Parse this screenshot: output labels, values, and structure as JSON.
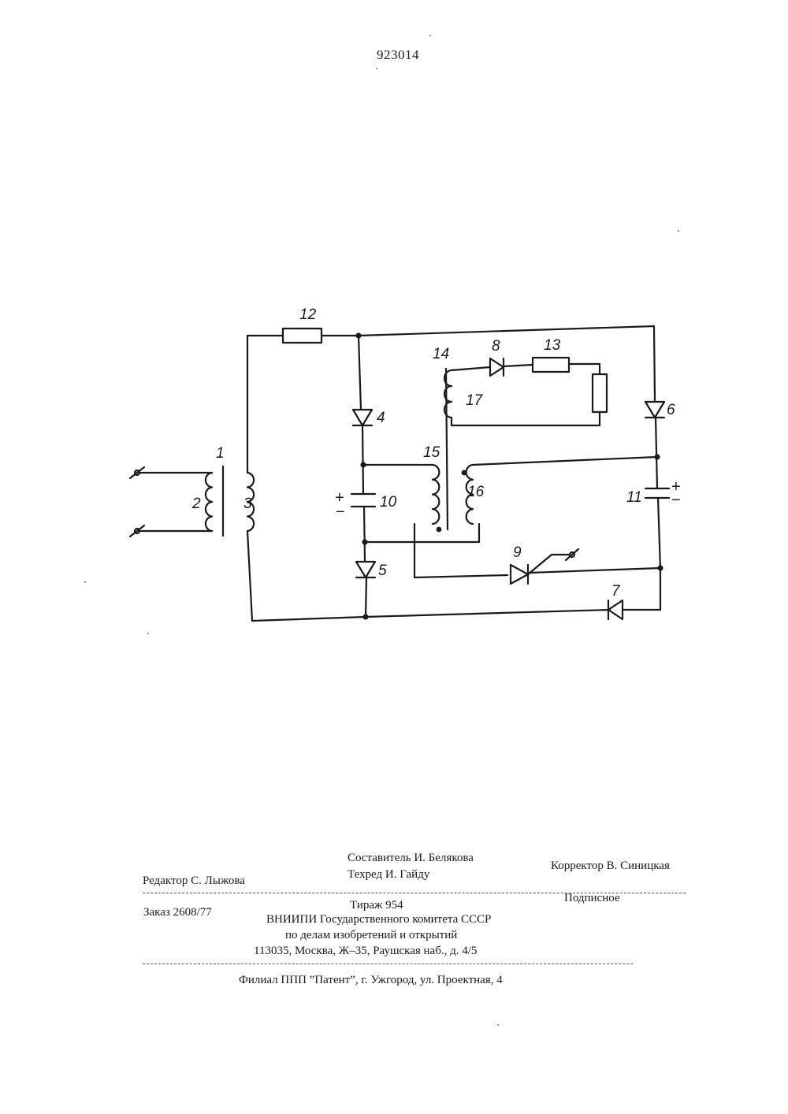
{
  "page": {
    "number": "923014"
  },
  "schematic": {
    "labels": {
      "transformer": "1",
      "primary_winding": "2",
      "secondary_winding": "3",
      "diode_4": "4",
      "diode_5": "5",
      "diode_6": "6",
      "diode_7": "7",
      "diode_8": "8",
      "thyristor": "9",
      "capacitor_10": "10",
      "capacitor_11": "11",
      "resistor_12": "12",
      "resistor_13": "13",
      "core": "14",
      "winding_15": "15",
      "winding_16": "16",
      "winding_17": "17"
    },
    "polarity": {
      "plus": "+",
      "minus": "−"
    }
  },
  "imprint": {
    "compiler": "Составитель И. Белякова",
    "editor": "Редактор С. Лыжова",
    "techred": "Техред И. Гайду",
    "corrector": "Корректор В. Синицкая",
    "order": "Заказ 2608/77",
    "circulation": "Тираж 954",
    "subscription": "Подписное",
    "org_line1": "ВНИИПИ Государственного комитета СССР",
    "org_line2": "по делам изобретений и открытий",
    "org_address": "113035, Москва, Ж–35, Раушская наб., д. 4/5",
    "branch": "Филиал ППП ”Патент”, г. Ужгород, ул. Проектная, 4"
  }
}
